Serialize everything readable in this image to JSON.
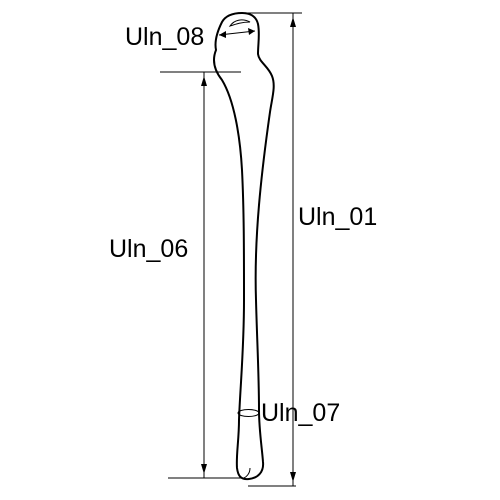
{
  "measurements": [
    {
      "id": "Uln_08",
      "label": "Uln_08"
    },
    {
      "id": "Uln_01",
      "label": "Uln_01"
    },
    {
      "id": "Uln_06",
      "label": "Uln_06"
    },
    {
      "id": "Uln_07",
      "label": "Uln_07"
    }
  ],
  "colors": {
    "stroke": "#000000",
    "background": "#ffffff"
  }
}
